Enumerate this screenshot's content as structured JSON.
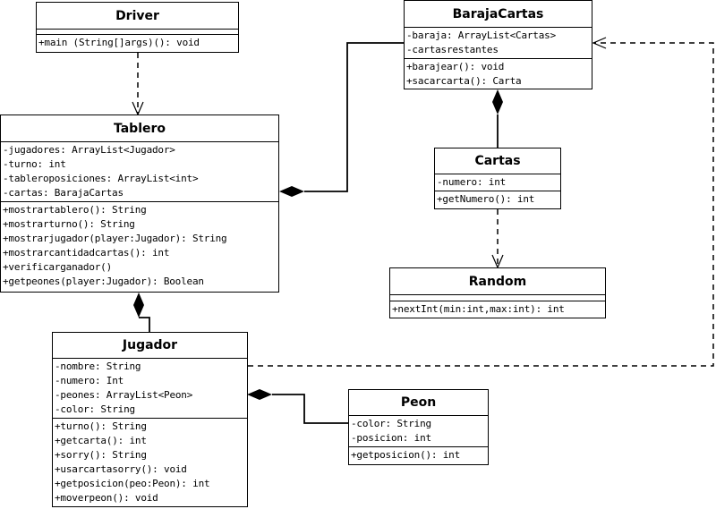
{
  "classes": {
    "driver": {
      "name": "Driver",
      "attributes": [],
      "operations": [
        "+main (String[]args)(): void"
      ]
    },
    "baraja": {
      "name": "BarajaCartas",
      "attributes": [
        "-baraja: ArrayList<Cartas>",
        "-cartasrestantes"
      ],
      "operations": [
        "+barajear(): void",
        "+sacarcarta(): Carta"
      ]
    },
    "tablero": {
      "name": "Tablero",
      "attributes": [
        "-jugadores: ArrayList<Jugador>",
        "-turno: int",
        "-tableroposiciones: ArrayList<int>",
        "-cartas: BarajaCartas"
      ],
      "operations": [
        "+mostrartablero(): String",
        "+mostrarturno(): String",
        "+mostrarjugador(player:Jugador): String",
        "+mostrarcantidadcartas(): int",
        "+verificarganador()",
        "+getpeones(player:Jugador): Boolean"
      ]
    },
    "cartas": {
      "name": "Cartas",
      "attributes": [
        "-numero: int"
      ],
      "operations": [
        "+getNumero(): int"
      ]
    },
    "random": {
      "name": "Random",
      "attributes": [],
      "operations": [
        "+nextInt(min:int,max:int): int"
      ]
    },
    "jugador": {
      "name": "Jugador",
      "attributes": [
        "-nombre: String",
        "-numero: Int",
        "-peones: ArrayList<Peon>",
        "-color: String"
      ],
      "operations": [
        "+turno(): String",
        "+getcarta(): int",
        "+sorry(): String",
        "+usarcartasorry(): void",
        "+getposicion(peo:Peon): int",
        "+moverpeon(): void"
      ]
    },
    "peon": {
      "name": "Peon",
      "attributes": [
        "-color: String",
        "-posicion: int"
      ],
      "operations": [
        "+getposicion(): int"
      ]
    }
  },
  "relations": [
    {
      "from": "Driver",
      "to": "Tablero",
      "kind": "dependency"
    },
    {
      "from": "Tablero",
      "to": "BarajaCartas",
      "kind": "composition"
    },
    {
      "from": "BarajaCartas",
      "to": "Cartas",
      "kind": "composition"
    },
    {
      "from": "Cartas",
      "to": "Random",
      "kind": "dependency"
    },
    {
      "from": "Tablero",
      "to": "Jugador",
      "kind": "composition"
    },
    {
      "from": "Jugador",
      "to": "Peon",
      "kind": "composition"
    },
    {
      "from": "Jugador",
      "to": "BarajaCartas",
      "kind": "dependency"
    }
  ]
}
